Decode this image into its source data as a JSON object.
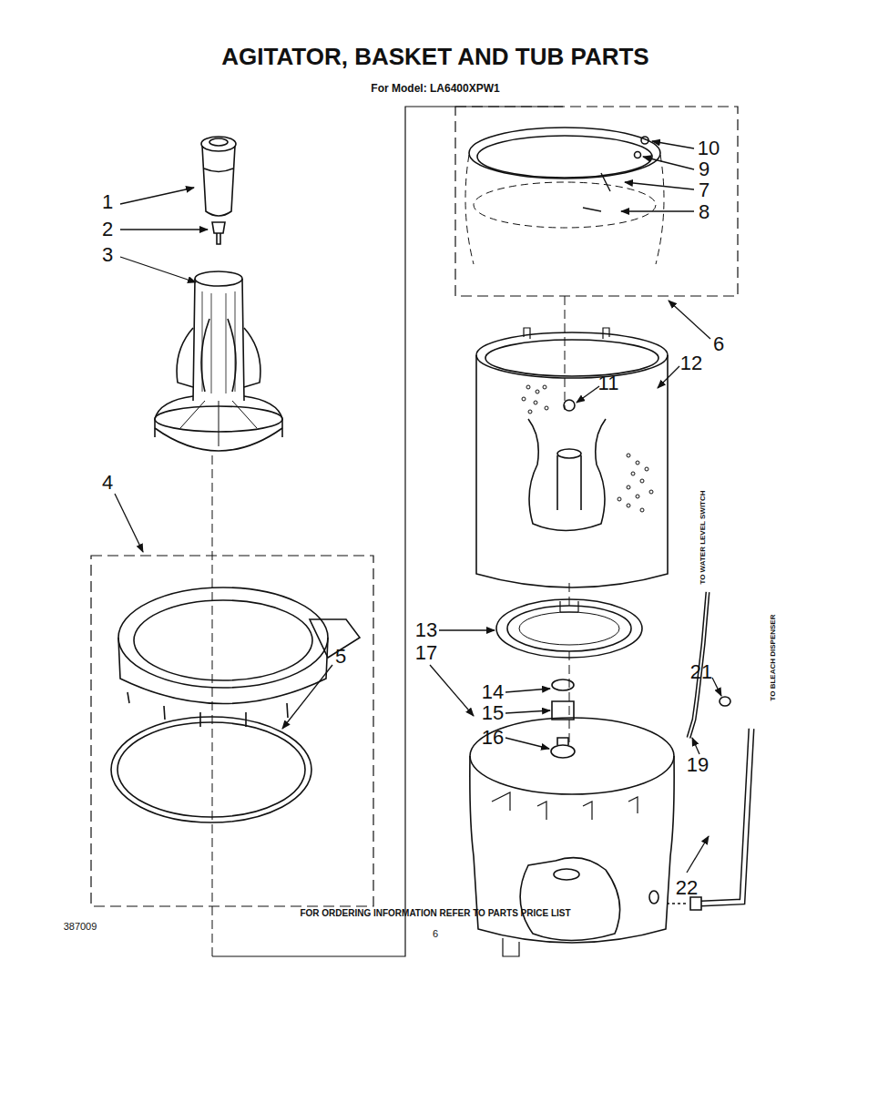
{
  "diagram": {
    "title": "AGITATOR, BASKET AND TUB PARTS",
    "caption": "FOR ORDERING INFORMATION REFER TO PARTS PRICE LIST",
    "labels": [
      "For Model: LA6400XPW1",
      "1",
      "2",
      "3",
      "4",
      "5",
      "6",
      "7",
      "8",
      "9",
      "10",
      "11",
      "12",
      "13",
      "17",
      "14",
      "15",
      "16",
      "21",
      "19",
      "22",
      "TO WATER LEVEL SWITCH",
      "TO BLEACH DISPENSER",
      "387009",
      "6"
    ]
  }
}
